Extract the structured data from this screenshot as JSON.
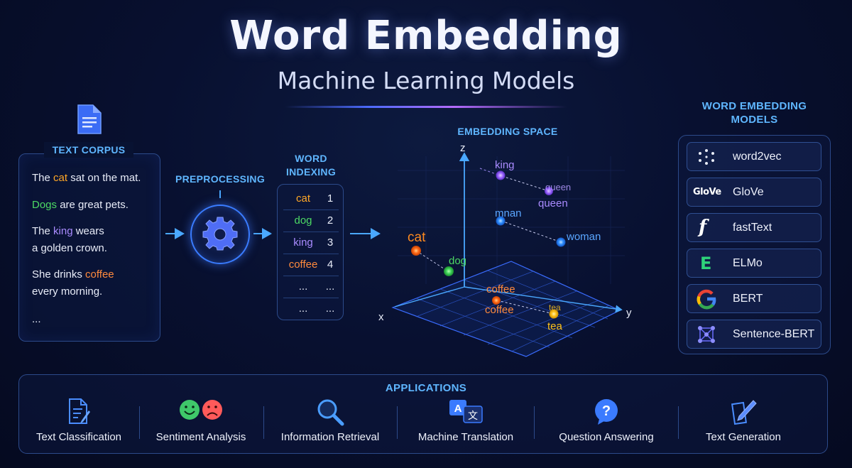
{
  "header": {
    "title": "Word Embedding",
    "subtitle": "Machine Learning Models"
  },
  "corpus": {
    "label": "TEXT CORPUS",
    "lines": [
      {
        "pre": "The ",
        "hl": "cat",
        "post": " sat on the mat."
      },
      {
        "pre": "",
        "hl": "Dogs",
        "post": " are great pets."
      },
      {
        "pre": "The ",
        "hl": "king",
        "post": " wears"
      },
      {
        "pre": "a golden crown.",
        "hl": "",
        "post": ""
      },
      {
        "pre": "She drinks ",
        "hl": "coffee",
        "post": ""
      },
      {
        "pre": "every morning.",
        "hl": "",
        "post": ""
      },
      {
        "pre": "...",
        "hl": "",
        "post": ""
      }
    ]
  },
  "preprocessing": {
    "label": "PREPROCESSING"
  },
  "indexing": {
    "label_line1": "WORD",
    "label_line2": "INDEXING",
    "rows": [
      {
        "word": "cat",
        "index": "1",
        "color": "#ffa726"
      },
      {
        "word": "dog",
        "index": "2",
        "color": "#4cd964"
      },
      {
        "word": "king",
        "index": "3",
        "color": "#a98bff"
      },
      {
        "word": "coffee",
        "index": "4",
        "color": "#ff8a3d"
      },
      {
        "word": "...",
        "index": "...",
        "color": "#e8ecf8"
      },
      {
        "word": "...",
        "index": "...",
        "color": "#e8ecf8"
      }
    ]
  },
  "embedding": {
    "label": "EMBEDDING SPACE",
    "axes": {
      "x": "x",
      "y": "y",
      "z": "z"
    },
    "words": {
      "cat": "cat",
      "dog": "dog",
      "king": "king",
      "queen_ghost": "queen",
      "queen": "queen",
      "man": "mnan",
      "woman": "woman",
      "coffee_top": "coffee",
      "coffee": "coffee",
      "tea_ghost": "tea",
      "tea": "tea"
    },
    "colors": {
      "cat": "#ff6a1a",
      "dog": "#3fd35a",
      "king": "#a06bff",
      "man": "#2f8fff",
      "coffee": "#ff6a1a",
      "tea": "#ffc21a"
    }
  },
  "models": {
    "label_line1": "WORD EMBEDDING",
    "label_line2": "MODELS",
    "items": [
      {
        "name": "word2vec",
        "icon": "dots-grid-icon"
      },
      {
        "name": "GloVe",
        "icon": "glove-logo-icon",
        "logo_text": "GloVe"
      },
      {
        "name": "fastText",
        "icon": "fasttext-f-icon",
        "logo_text": "f"
      },
      {
        "name": "ELMo",
        "icon": "elmo-e-icon",
        "logo_text": "E"
      },
      {
        "name": "BERT",
        "icon": "google-g-icon",
        "logo_text": "G"
      },
      {
        "name": "Sentence-BERT",
        "icon": "network-nodes-icon"
      }
    ]
  },
  "applications": {
    "label": "APPLICATIONS",
    "items": [
      {
        "name": "Text Classification",
        "icon": "document-pencil-icon"
      },
      {
        "name": "Sentiment Analysis",
        "icon": "happy-sad-faces-icon"
      },
      {
        "name": "Information Retrieval",
        "icon": "magnifier-icon"
      },
      {
        "name": "Machine Translation",
        "icon": "translate-icon"
      },
      {
        "name": "Question Answering",
        "icon": "question-bubble-icon"
      },
      {
        "name": "Text Generation",
        "icon": "pencil-paper-icon"
      }
    ]
  }
}
